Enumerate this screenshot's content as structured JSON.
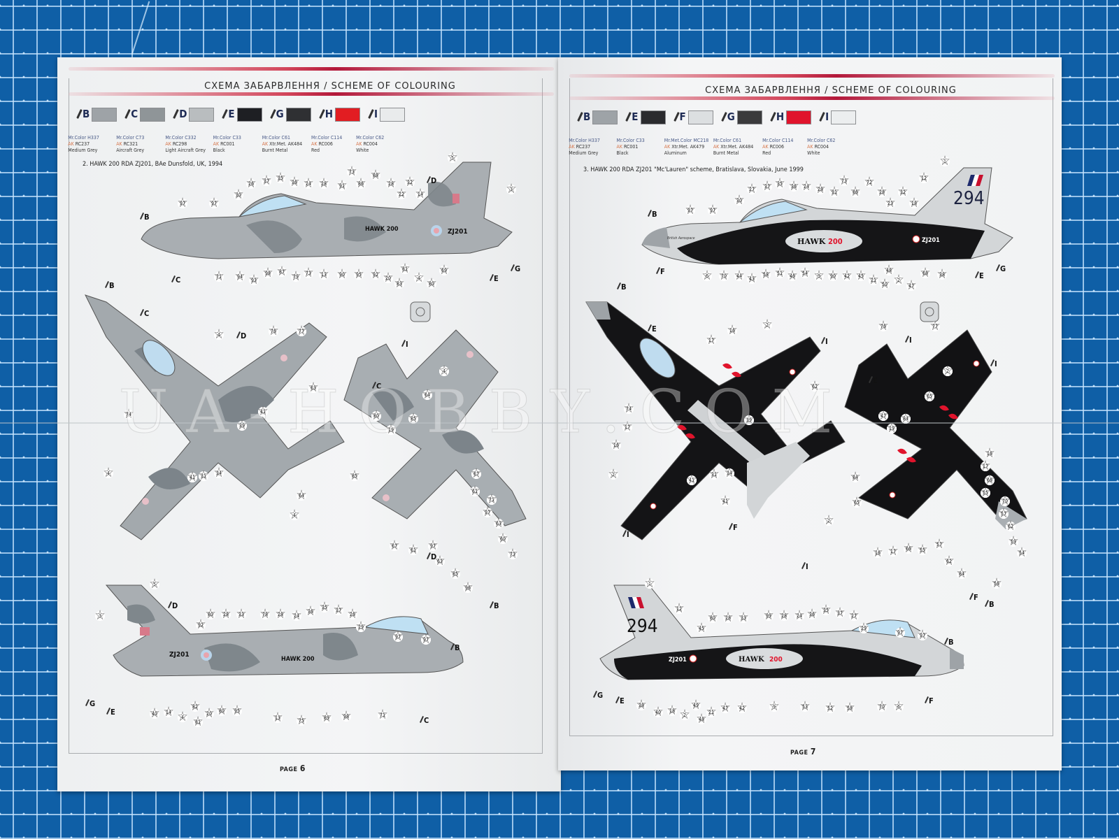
{
  "document": {
    "type": "scale model kit instruction sheet – painting and marking scheme spread",
    "watermark": "UA-HOBBY.COM"
  },
  "left_page": {
    "header_title": "СХЕМА ЗАБАРВЛЕННЯ / SCHEME OF COLOURING",
    "page_label": "PAGE",
    "page_number": "6",
    "palette": [
      {
        "letter": "B",
        "mr_color": "Mr.Color H337",
        "ak": "RC237",
        "name": "Medium Grey",
        "hex": "#9ea3a7"
      },
      {
        "letter": "C",
        "mr_color": "Mr.Color C73",
        "ak": "RC321",
        "name": "Aircraft Grey",
        "hex": "#8f9598"
      },
      {
        "letter": "D",
        "mr_color": "Mr.Color C332",
        "ak": "RC298",
        "name": "Light Aircraft Grey",
        "hex": "#b9bdbf"
      },
      {
        "letter": "E",
        "mr_color": "Mr.Color C33",
        "ak": "RC001",
        "name": "Black",
        "hex": "#1e1f23"
      },
      {
        "letter": "G",
        "mr_color": "Mr.Color C61",
        "ak": "Xtr.Met. AK484",
        "name": "Burnt Metal",
        "hex": "#2f3033"
      },
      {
        "letter": "H",
        "mr_color": "Mr.Color C114",
        "ak": "RC006",
        "name": "Red",
        "hex": "#e21d22"
      },
      {
        "letter": "I",
        "mr_color": "Mr.Color C62",
        "ak": "RC004",
        "name": "White",
        "hex": "#e9ebec"
      }
    ],
    "scheme_caption": "2. HAWK 200 RDA ZJ201, BAe Dunsfold, UK, 1994",
    "aircraft_markings": {
      "type_text": "HAWK 200",
      "serial": "ZJ201"
    },
    "side_view_top_callouts": [
      "97",
      "97",
      "30",
      "26",
      "37",
      "35",
      "36",
      "24",
      "28",
      "91",
      "73",
      "86",
      "88",
      "28",
      "22",
      "32",
      "14",
      "5",
      "3"
    ],
    "side_view_bottom_callouts": [
      "71",
      "94",
      "93",
      "98",
      "87",
      "79",
      "73",
      "13",
      "90",
      "95",
      "92",
      "20",
      "83",
      "81",
      "4",
      "80",
      "69"
    ],
    "side_view_paint_labels": [
      "B",
      "C",
      "D",
      "E",
      "G"
    ],
    "plan_view_callouts": [
      "4",
      "74",
      "41",
      "39",
      "41",
      "31",
      "34",
      "4",
      "63",
      "80",
      "19",
      "85",
      "64",
      "4",
      "85",
      "67",
      "61",
      "71",
      "97",
      "63",
      "60",
      "73",
      "96",
      "64",
      "4",
      "67",
      "61",
      "97",
      "63",
      "85",
      "76",
      "77"
    ],
    "plan_view_paint_labels": [
      "B",
      "C",
      "D",
      "C",
      "D",
      "I",
      "B"
    ],
    "second_side_view_top_callouts": [
      "5",
      "3",
      "92",
      "80",
      "28",
      "33",
      "78",
      "28",
      "24",
      "36",
      "35",
      "37",
      "26",
      "29",
      "97",
      "97"
    ],
    "second_side_view_bottom_callouts": [
      "40",
      "14",
      "4",
      "82",
      "81",
      "20",
      "80",
      "95",
      "13",
      "75",
      "89",
      "98",
      "71"
    ],
    "second_side_view_paint_labels": [
      "D",
      "G",
      "E",
      "B",
      "C"
    ]
  },
  "right_page": {
    "header_title": "СХЕМА ЗАБАРВЛЕННЯ / SCHEME OF COLOURING",
    "page_label": "PAGE",
    "page_number": "7",
    "palette": [
      {
        "letter": "B",
        "mr_color": "Mr.Color H337",
        "ak": "RC237",
        "name": "Medium Grey",
        "hex": "#9ea3a7"
      },
      {
        "letter": "E",
        "mr_color": "Mr.Color C33",
        "ak": "RC001",
        "name": "Black",
        "hex": "#2a2b2e"
      },
      {
        "letter": "F",
        "mr_color": "Mr.Met.Color MC218",
        "ak": "Xtr.Met. AK479",
        "name": "Aluminum",
        "hex": "#dcdfe1"
      },
      {
        "letter": "G",
        "mr_color": "Mr.Color C61",
        "ak": "Xtr.Met. AK484",
        "name": "Burnt Metal",
        "hex": "#3a3a3c"
      },
      {
        "letter": "H",
        "mr_color": "Mr.Color C114",
        "ak": "RC006",
        "name": "Red",
        "hex": "#e0142c"
      },
      {
        "letter": "I",
        "mr_color": "Mr.Color C62",
        "ak": "RC004",
        "name": "White",
        "hex": "#eceeef"
      }
    ],
    "scheme_caption": "3. HAWK 200 RDA ZJ201 \"Mc'Lauren\" scheme, Bratislava, Slovakia, June 1999",
    "aircraft_markings": {
      "type_text": "HAWK",
      "type_number": "200",
      "serial": "ZJ201",
      "tail_number": "294",
      "nose_script": "British Aerospace"
    },
    "side_view_top_callouts": [
      "97",
      "97",
      "30",
      "27",
      "37",
      "35",
      "36",
      "24",
      "28",
      "91",
      "73",
      "86",
      "72",
      "28",
      "23",
      "32",
      "18",
      "12",
      "1"
    ],
    "side_view_bottom_callouts": [
      "6",
      "70",
      "44",
      "43",
      "58",
      "51",
      "46",
      "54",
      "9",
      "90",
      "42",
      "45",
      "21",
      "50",
      "48",
      "2",
      "47",
      "68",
      "38"
    ],
    "side_view_paint_labels": [
      "B",
      "F",
      "E",
      "G"
    ],
    "plan_view_callouts": [
      "2",
      "17",
      "16",
      "74",
      "39",
      "17",
      "16",
      "2",
      "41",
      "31",
      "34",
      "41",
      "62",
      "65",
      "2",
      "47",
      "84",
      "19",
      "84",
      "16",
      "17",
      "66",
      "55",
      "70",
      "57",
      "62",
      "59",
      "54",
      "56",
      "65",
      "2",
      "16",
      "17",
      "66",
      "55",
      "57",
      "62",
      "84",
      "76",
      "77"
    ],
    "plan_view_paint_labels": [
      "B",
      "E",
      "I",
      "I",
      "F",
      "E",
      "I",
      "I",
      "I",
      "F",
      "B"
    ],
    "second_side_view_top_callouts": [
      "1",
      "12",
      "80",
      "28",
      "33",
      "45",
      "99",
      "28",
      "24",
      "36",
      "35",
      "37",
      "27",
      "29",
      "97",
      "97"
    ],
    "second_side_view_bottom_callouts": [
      "38",
      "40",
      "18",
      "2",
      "49",
      "48",
      "21",
      "47",
      "42",
      "9",
      "53",
      "52",
      "58",
      "70",
      "6"
    ],
    "second_side_view_paint_labels": [
      "G",
      "E",
      "F",
      "B"
    ]
  }
}
